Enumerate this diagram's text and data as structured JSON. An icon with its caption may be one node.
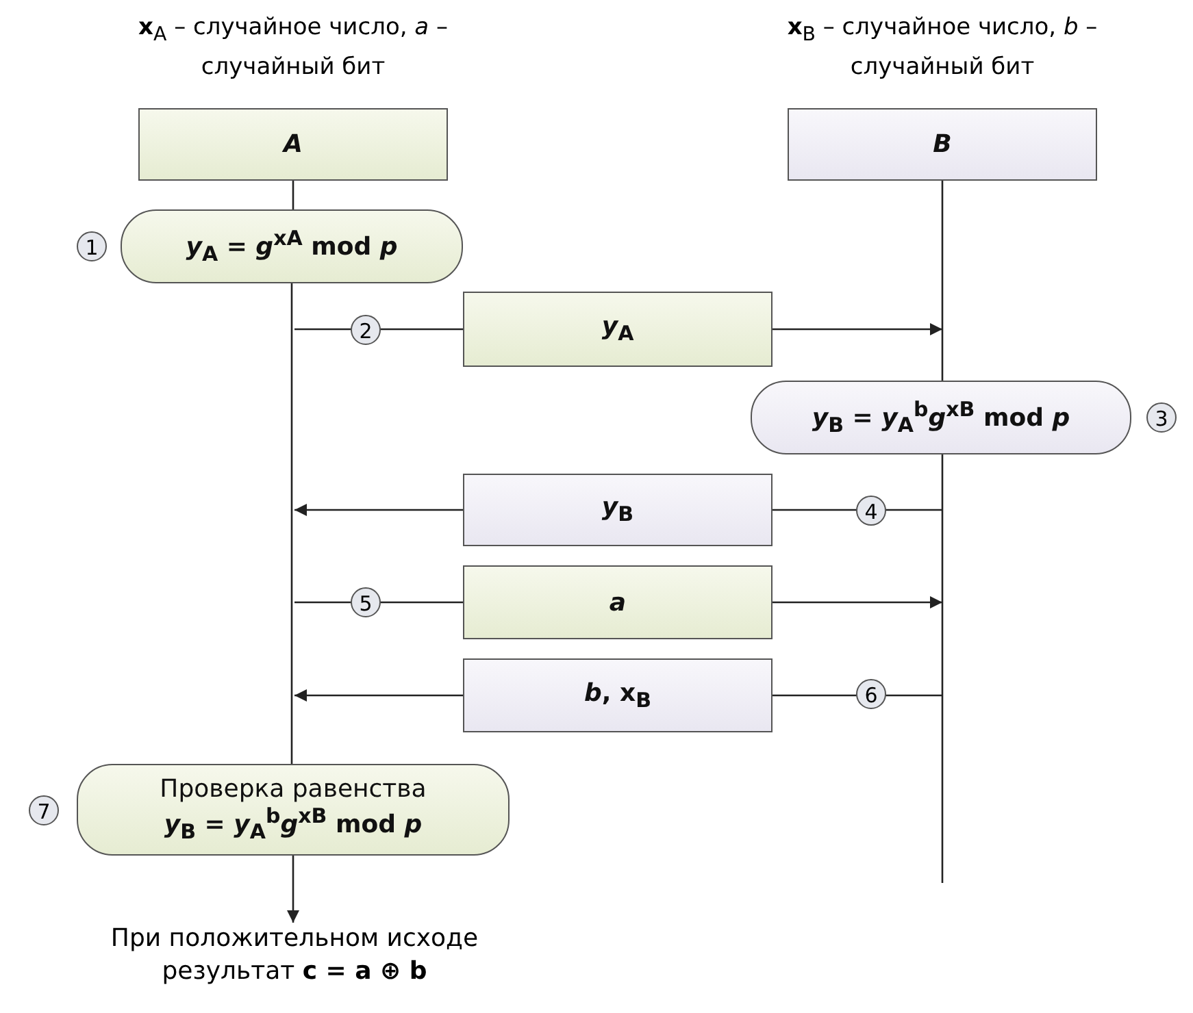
{
  "diagram": {
    "nodes": [
      {
        "text": [
          "*A*"
        ],
        "beside": [
          "**x**$_{A}$ – случайное число, *a* – случайный бит"
        ]
      },
      {
        "text": [
          "*B*"
        ],
        "beside": [
          "**x**$_{B}$ – случайное число, *b* – случайный бит"
        ]
      },
      {
        "text": [
          "*y*$_{A}$ = *g*$^{xA}$ mod *p*"
        ],
        "beside": [
          "1"
        ]
      },
      {
        "text": [
          "*y*$_{A}$"
        ]
      },
      {
        "text": [
          "*y*$_{B}$ = *y*$_{A}$$^{b}$*g*$^{xB}$ mod *p*"
        ],
        "beside": [
          "3"
        ]
      },
      {
        "text": [
          "*y*$_{B}$"
        ]
      },
      {
        "text": [
          "*a*"
        ]
      },
      {
        "text": [
          "*b*, x$_{B}$"
        ]
      },
      {
        "text": [
          "Проверка равенства",
          "*y*$_{B}$ = *y*$_{A}$$^{b}$*g*$^{xB}$ mod *p*"
        ],
        "beside": [
          "7"
        ]
      },
      {
        "text": [
          "При положительном исходе результат **c = a ⊕ b**"
        ]
      }
    ],
    "labels": [
      "2",
      "4",
      "5",
      "6"
    ],
    "edges": [
      {
        "from": 0,
        "to": 2,
        "arrow": "none"
      },
      {
        "from": 2,
        "to": 8,
        "arrow": "none"
      },
      {
        "from": 8,
        "to": 9,
        "arrow": "to"
      },
      {
        "from": 1,
        "to": 4,
        "arrow": "none"
      },
      {
        "from": 4,
        "to": null,
        "arrow": "none"
      },
      {
        "from": null,
        "to": 3,
        "arrow": "none"
      },
      {
        "from": 3,
        "to": null,
        "arrow": "to"
      },
      {
        "from": null,
        "to": 5,
        "arrow": "none"
      },
      {
        "from": 5,
        "to": null,
        "arrow": "to"
      },
      {
        "from": null,
        "to": 6,
        "arrow": "none"
      },
      {
        "from": 6,
        "to": null,
        "arrow": "to"
      },
      {
        "from": null,
        "to": 7,
        "arrow": "none"
      },
      {
        "from": 7,
        "to": null,
        "arrow": "to"
      }
    ]
  }
}
